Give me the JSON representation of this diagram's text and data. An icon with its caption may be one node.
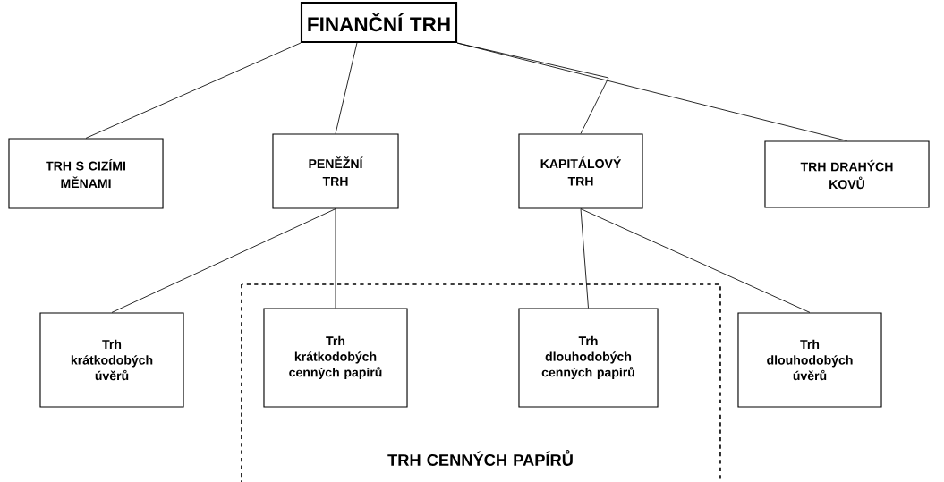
{
  "diagram": {
    "nodes": [
      {
        "text": [
          "FINANČNÍ TRH"
        ]
      },
      {
        "text": [
          "TRH S CIZÍMI MĚNAMI"
        ]
      },
      {
        "text": [
          "PENĚŽNÍ TRH"
        ]
      },
      {
        "text": [
          "KAPITÁLOVÝ TRH"
        ]
      },
      {
        "text": [
          "TRH DRAHÝCH KOVŮ"
        ]
      },
      {
        "text": [
          "Trh krátkodobých úvěrů"
        ]
      },
      {
        "text": [
          "TRH CENNÝCH PAPÍRŮ"
        ]
      },
      {
        "text": [
          "Trh krátkodobých cenných papírů"
        ],
        "in": 6
      },
      {
        "text": [
          "Trh dlouhodobých cenných papírů"
        ],
        "in": 6
      },
      {
        "text": [
          "Trh dlouhodobých úvěrů"
        ]
      }
    ],
    "edges": [
      {
        "from": 0,
        "to": 1,
        "arrow": "none"
      },
      {
        "from": 0,
        "to": 2,
        "arrow": "none"
      },
      {
        "from": 0,
        "to": 3,
        "arrow": "none"
      },
      {
        "from": 0,
        "to": 4,
        "arrow": "none"
      },
      {
        "from": 2,
        "to": 5,
        "arrow": "none"
      },
      {
        "from": 2,
        "to": 7,
        "arrow": "none"
      },
      {
        "from": 3,
        "to": 8,
        "arrow": "none"
      },
      {
        "from": 3,
        "to": 9,
        "arrow": "none"
      }
    ]
  }
}
